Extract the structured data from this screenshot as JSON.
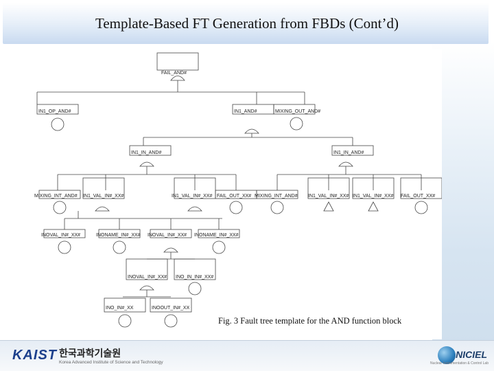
{
  "slide": {
    "title": "Template-Based FT Generation from FBDs (Cont’d)",
    "caption": "Fig. 3 Fault tree template for the AND function block"
  },
  "tree": {
    "root": "FAIL_AND#",
    "and_in1": "IN1_AND#",
    "n1_left": "IN1_OP_AND#",
    "n1_right": "MIXING_OUT_AND#",
    "n2_left": "IN1_IN_AND#",
    "n2_right": "IN1_IN_AND#",
    "n3_a": "MIXING_INT_AND#",
    "n3_b": "IN1_VAL_IN#_XX#",
    "n3_c": "IN1_VAL_IN#_XX#",
    "n3_d": "FAIL_OUT_XX#",
    "n3_e": "MIXING_INT_AND#",
    "n3_f": "IN1_VAL_IN#_XX#",
    "n3_g": "IN1_VAL_IN#_XX#",
    "n3_h": "FAIL_OUT_XX#",
    "n4_a": "INOVAL_IN#_XX#",
    "n4_b": "INONAME_IN#_XX#",
    "n4_c": "INOVAL_IN#_XX#",
    "n4_d": "INONAME_IN#_XX#",
    "n5_a": "INOVAL_IN#_XX#",
    "n5_b": "INO_IN_IN#_XX#",
    "n6_a": "INO_IN#_XX",
    "n6_b": "INOOUT_IN#_XX"
  },
  "footer": {
    "kaist_logo": "KAIST",
    "kaist_korean": "한국과학기술원",
    "kaist_english": "Korea Advanced Institute of Science and Technology",
    "niciel_logo": "NICIEL",
    "niciel_sub": "Nuclear Instrumentation & Control Lab"
  },
  "colors": {
    "title_grad_end": "#c9daf0",
    "kaist_blue": "#1b3f8c",
    "niciel_blue": "#1d3f6b"
  }
}
